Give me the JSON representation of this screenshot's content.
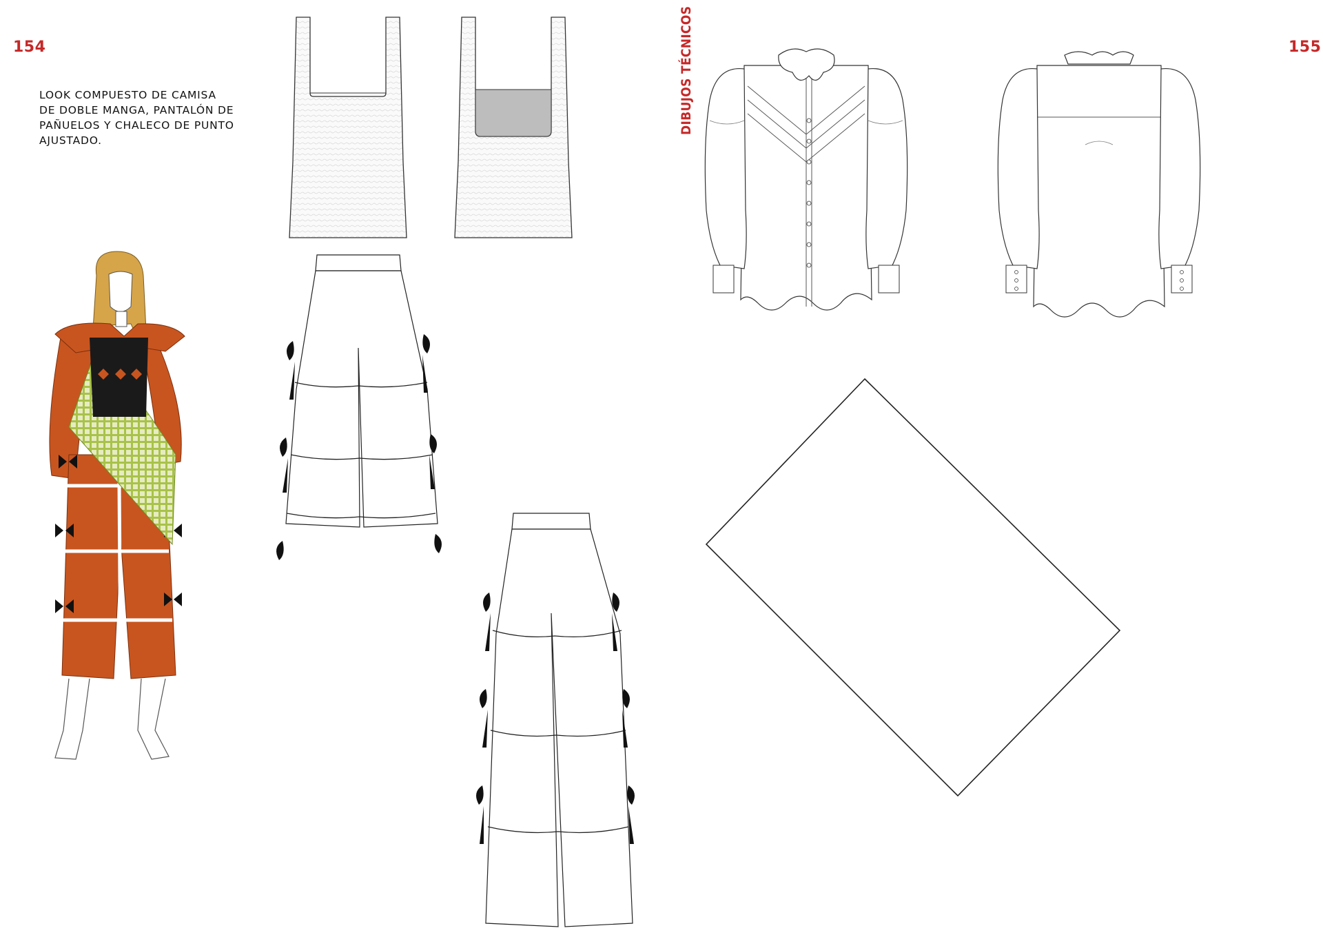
{
  "left_page": {
    "page_number": "154",
    "caption_lines": [
      "LOOK COMPUESTO DE CAMISA",
      "DE DOBLE MANGA, PANTALÓN DE",
      "PAÑUELOS Y CHALECO DE PUNTO",
      "AJUSTADO."
    ]
  },
  "right_page": {
    "page_number": "155",
    "section_title": "DIBUJOS TÉCNICOS"
  },
  "colors": {
    "accent_red": "#c62828",
    "garment_orange": "#c8551f",
    "check_green": "#a8c24a",
    "vest_black": "#1a1a1a",
    "hair_blonde": "#d6a54a"
  }
}
